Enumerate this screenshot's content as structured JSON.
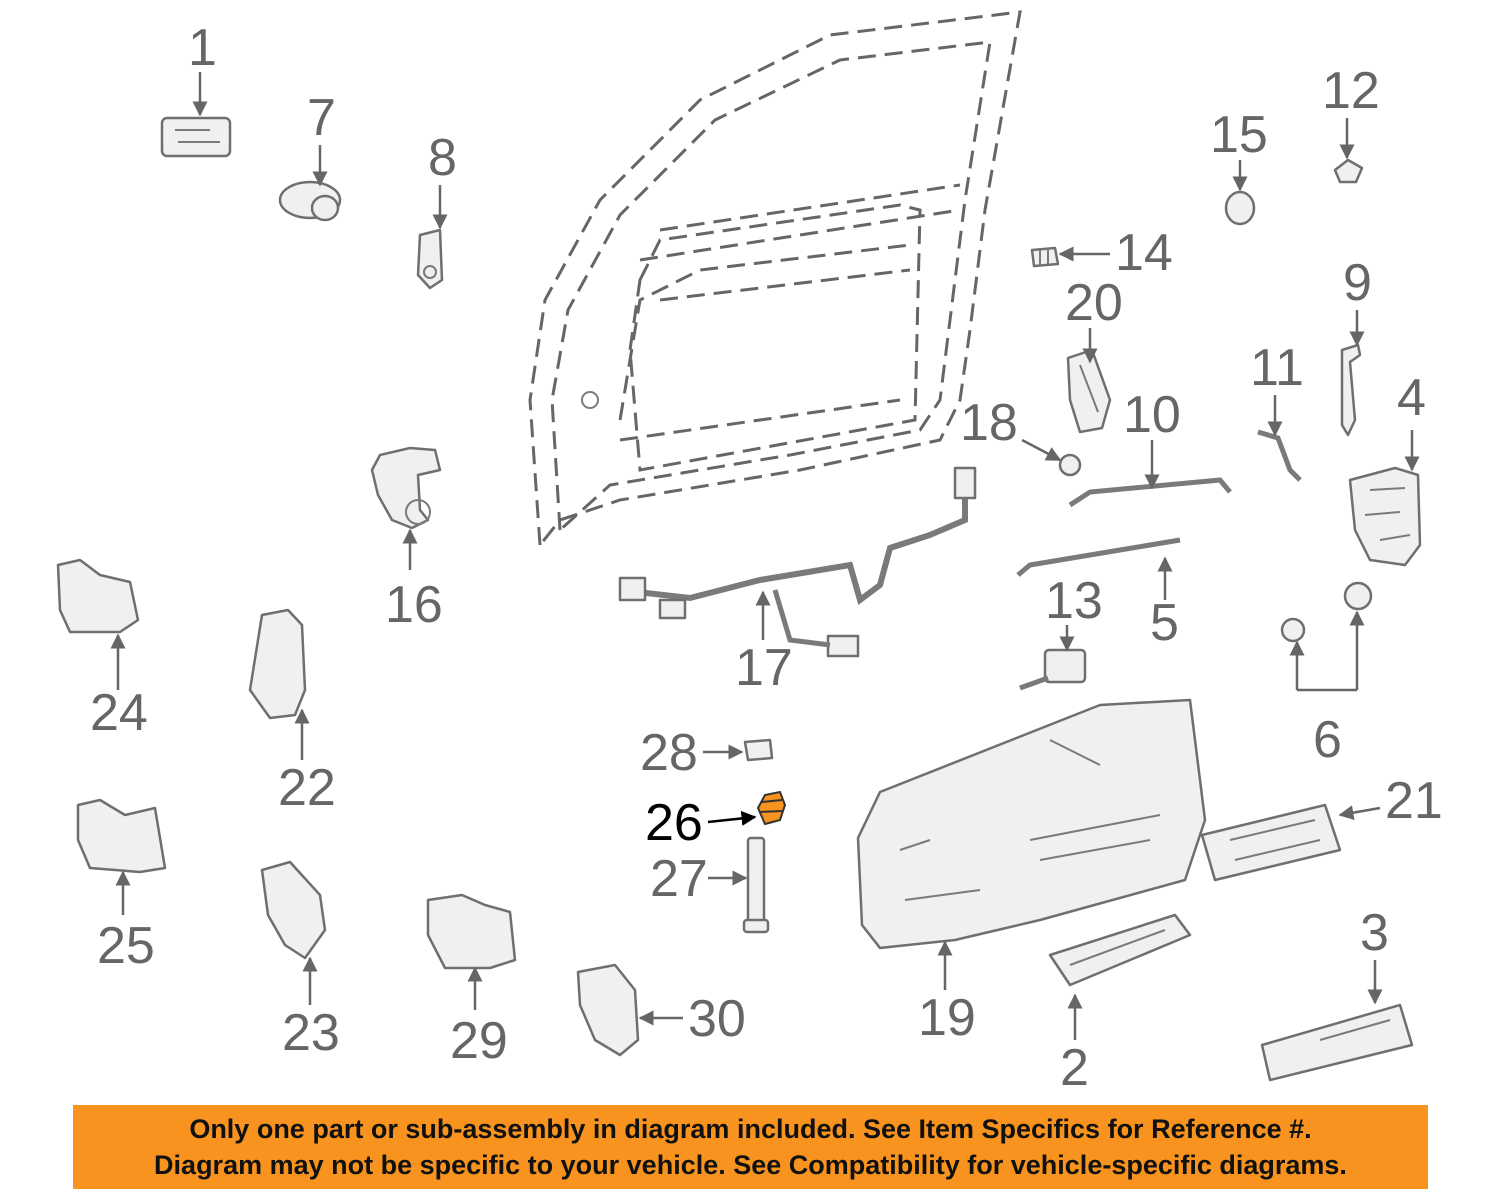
{
  "callouts": [
    {
      "id": "1",
      "label": "1"
    },
    {
      "id": "2",
      "label": "2"
    },
    {
      "id": "3",
      "label": "3"
    },
    {
      "id": "4",
      "label": "4"
    },
    {
      "id": "5",
      "label": "5"
    },
    {
      "id": "6",
      "label": "6"
    },
    {
      "id": "7",
      "label": "7"
    },
    {
      "id": "8",
      "label": "8"
    },
    {
      "id": "9",
      "label": "9"
    },
    {
      "id": "10",
      "label": "10"
    },
    {
      "id": "11",
      "label": "11"
    },
    {
      "id": "12",
      "label": "12"
    },
    {
      "id": "13",
      "label": "13"
    },
    {
      "id": "14",
      "label": "14"
    },
    {
      "id": "15",
      "label": "15"
    },
    {
      "id": "16",
      "label": "16"
    },
    {
      "id": "17",
      "label": "17"
    },
    {
      "id": "18",
      "label": "18"
    },
    {
      "id": "19",
      "label": "19"
    },
    {
      "id": "20",
      "label": "20"
    },
    {
      "id": "21",
      "label": "21"
    },
    {
      "id": "22",
      "label": "22"
    },
    {
      "id": "23",
      "label": "23"
    },
    {
      "id": "24",
      "label": "24"
    },
    {
      "id": "25",
      "label": "25"
    },
    {
      "id": "26",
      "label": "26"
    },
    {
      "id": "27",
      "label": "27"
    },
    {
      "id": "28",
      "label": "28"
    },
    {
      "id": "29",
      "label": "29"
    },
    {
      "id": "30",
      "label": "30"
    }
  ],
  "highlighted_part": "26",
  "colors": {
    "banner": "#f7931e",
    "highlight_part": "#f7931e",
    "callout_text": "#666666",
    "highlight_text": "#000000"
  },
  "banner": {
    "line1": "Only one part or sub-assembly in diagram included. See Item Specifics for Reference #.",
    "line2": "Diagram may not be specific to your vehicle. See Compatibility for vehicle-specific diagrams."
  }
}
